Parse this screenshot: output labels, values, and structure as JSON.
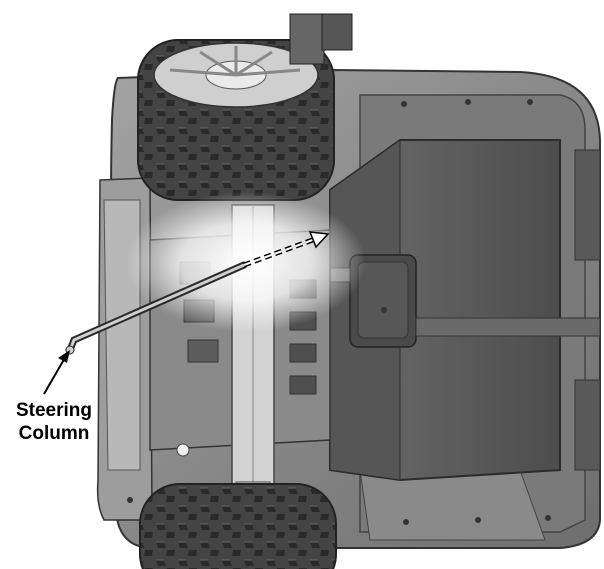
{
  "callout": {
    "line1": "Steering",
    "line2": "Column"
  },
  "colors": {
    "background": "#ffffff",
    "body_dark": "#5e5e5e",
    "body_mid": "#8c8c8c",
    "body_light": "#b5b5b5",
    "tire": "#3f3f3f",
    "rim": "#d8d8d8",
    "highlight": "#ffffff"
  },
  "icons": {
    "leader_arrow": "arrow-up-right",
    "motion_arrow": "dashed-arrow-right"
  }
}
